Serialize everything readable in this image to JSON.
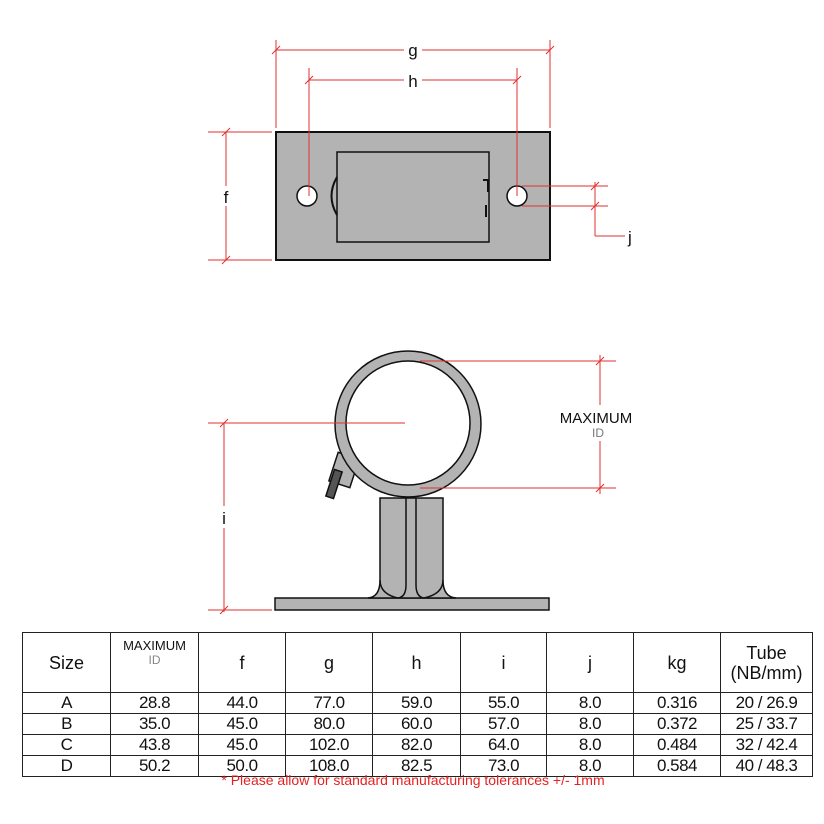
{
  "drawing": {
    "dim_labels": {
      "g": "g",
      "h": "h",
      "f": "f",
      "j": "j",
      "i": "i"
    },
    "max_id_label": {
      "line1": "MAXIMUM",
      "line2": "ID"
    },
    "colors": {
      "dimension": "#e03030",
      "part": "#b3b3b3",
      "outline": "#111111"
    }
  },
  "table": {
    "headers": {
      "size": "Size",
      "max_top": "MAXIMUM",
      "max_bottom": "ID",
      "f": "f",
      "g": "g",
      "h": "h",
      "i": "i",
      "j": "j",
      "kg": "kg",
      "tube_top": "Tube",
      "tube_bottom": "(NB/mm)"
    },
    "rows": [
      [
        "A",
        "28.8",
        "44.0",
        "77.0",
        "59.0",
        "55.0",
        "8.0",
        "0.316",
        "20 / 26.9"
      ],
      [
        "B",
        "35.0",
        "45.0",
        "80.0",
        "60.0",
        "57.0",
        "8.0",
        "0.372",
        "25 / 33.7"
      ],
      [
        "C",
        "43.8",
        "45.0",
        "102.0",
        "82.0",
        "64.0",
        "8.0",
        "0.484",
        "32 / 42.4"
      ],
      [
        "D",
        "50.2",
        "50.0",
        "108.0",
        "82.5",
        "73.0",
        "8.0",
        "0.584",
        "40 / 48.3"
      ]
    ]
  },
  "footnote": "* Please allow for standard manufacturing tolerances +/- 1mm"
}
